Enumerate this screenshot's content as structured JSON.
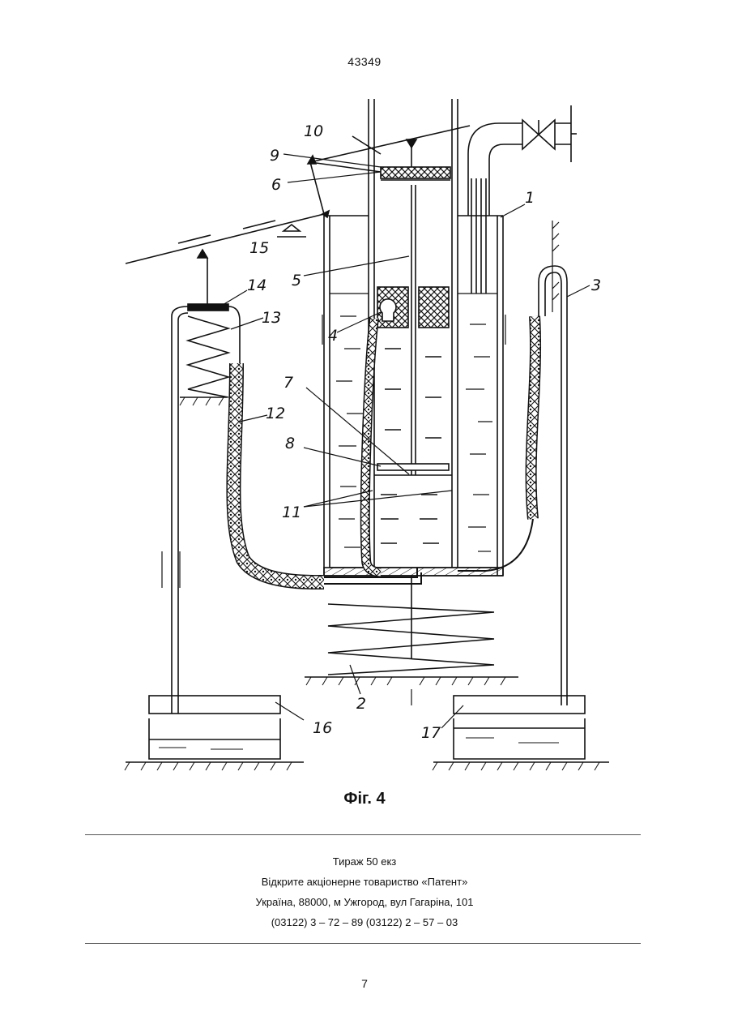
{
  "header": {
    "patent_number": "43349"
  },
  "figure": {
    "caption": "Фіг. 4",
    "callouts": [
      "1",
      "2",
      "3",
      "4",
      "5",
      "6",
      "7",
      "8",
      "9",
      "10",
      "11",
      "12",
      "13",
      "14",
      "15",
      "16",
      "17"
    ]
  },
  "imprint": {
    "lines": [
      "Тираж 50 екз",
      "Відкрите акціонерне товариство «Патент»",
      "Україна, 88000, м  Ужгород, вул  Гагаріна, 101",
      "(03122) 3 – 72 – 89  (03122) 2 – 57 – 03"
    ]
  },
  "footer": {
    "page_number": "7"
  }
}
